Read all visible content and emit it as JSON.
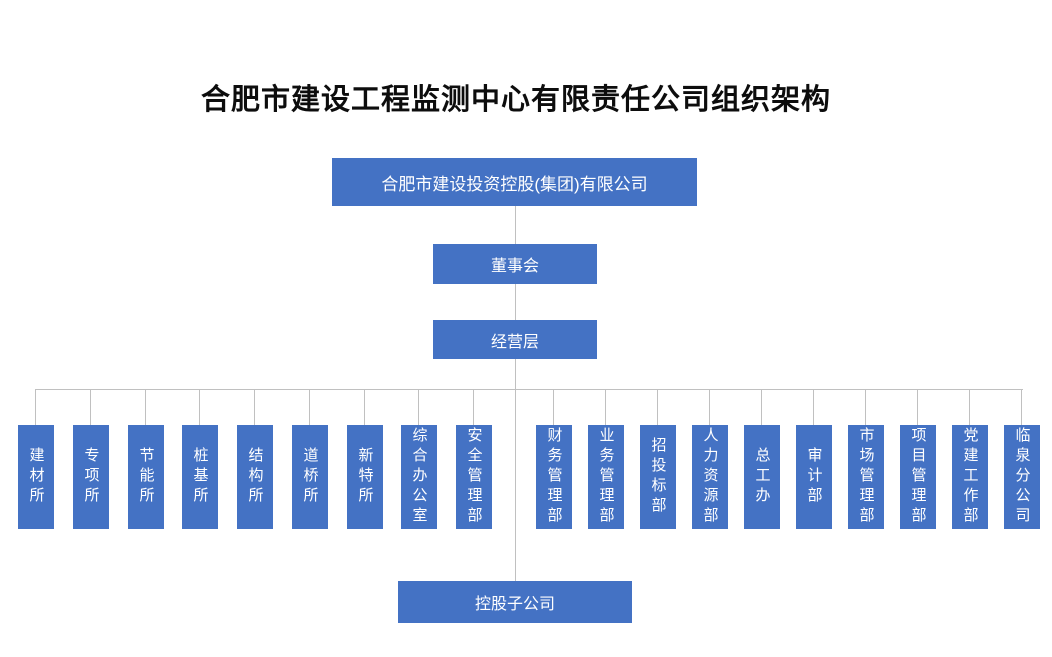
{
  "page": {
    "title": "合肥市建设工程监测中心有限责任公司组织架构"
  },
  "org": {
    "parent_company": "合肥市建设投资控股(集团)有限公司",
    "board": "董事会",
    "management": "经营层",
    "departments": [
      "建材所",
      "专项所",
      "节能所",
      "桩基所",
      "结构所",
      "道桥所",
      "新特所",
      "综合办公室",
      "安全管理部",
      "财务管理部",
      "业务管理部",
      "招投标部",
      "人力资源部",
      "总工办",
      "审计部",
      "市场管理部",
      "项目管理部",
      "党建工作部",
      "临泉分公司"
    ],
    "subsidiaries": "控股子公司"
  },
  "colors": {
    "box_fill": "#4472C4",
    "box_text": "#ffffff",
    "connector_line": "#c0c0c0",
    "title_text": "#0d0d0d",
    "background": "#ffffff"
  }
}
